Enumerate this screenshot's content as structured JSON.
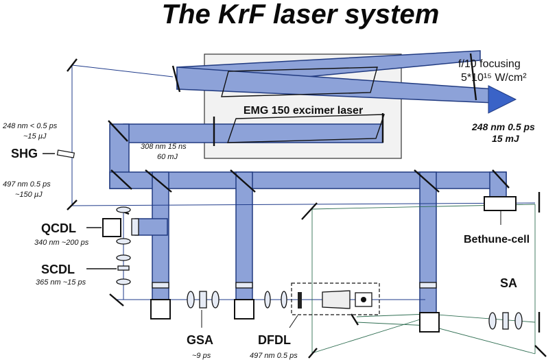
{
  "title": "The KrF laser system",
  "labels": {
    "focusing": "f/10 focusing",
    "intensity": "5*10¹⁵ W/cm²",
    "excimer": "EMG 150 excimer laser",
    "output": "248 nm  0.5 ps",
    "output_energy": "15 mJ",
    "in248": "248 nm  < 0.5 ps",
    "in248_energy": "~15 µJ",
    "shg": "SHG",
    "in497": "497 nm  0.5 ps",
    "in497_energy": "~150 µJ",
    "pump308": "308 nm  15 ns",
    "pump308_energy": "60 mJ",
    "qcdl": "QCDL",
    "qcdl_spec": "340 nm  ~200 ps",
    "scdl": "SCDL",
    "scdl_spec": "365 nm  ~15 ps",
    "bethune": "Bethune-cell",
    "sa": "SA",
    "gsa": "GSA",
    "gsa_spec": "~9 ps",
    "dfdl": "DFDL",
    "dfdl_spec": "497 nm  0.5 ps"
  },
  "colors": {
    "beam_fill": "#8da2d8",
    "beam_edge": "#203a80",
    "thin_blue": "#1e3a8a",
    "thin_green": "#2f6e52"
  }
}
